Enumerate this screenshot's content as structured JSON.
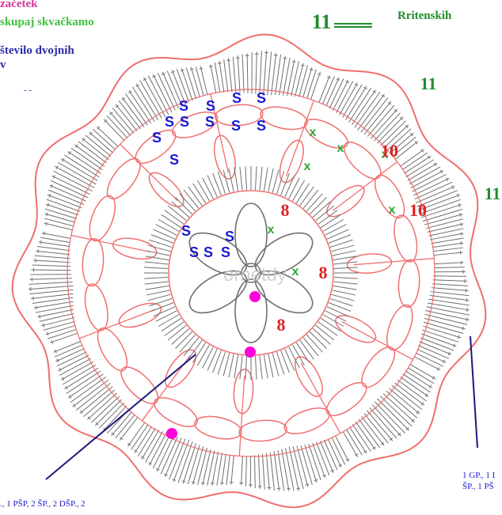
{
  "legend": {
    "start_label": "začetek",
    "join_label": "skupaj skvačkamo",
    "count_label_line1": "število dvojnih",
    "count_label_line2": "v",
    "rounds_label": "Rritenskih",
    "rounds_number": "11"
  },
  "round_numbers": {
    "round_11_top": "11",
    "round_11_right": "11",
    "round_10_a": "10",
    "round_10_b": "10",
    "round_8_a": "8",
    "round_8_b": "8",
    "round_8_c": "8"
  },
  "symbols": {
    "blue_s": "S",
    "green_x": "x"
  },
  "notes": {
    "bottom_left": "., 1 PŠP, 2 ŠP., 2 DŠP., 2",
    "bottom_right_line1": "1 GP., 1 I",
    "bottom_right_line2": "ŠP., 1 PŠ"
  },
  "watermark": "ornetdy",
  "colors": {
    "pink": "#f06e6e",
    "grey": "#6e6e6e",
    "blue": "#1a1ad0",
    "green": "#2ea82e",
    "magenta": "#ff00d8",
    "navy": "#1a1a7a",
    "number_red": "#e02020",
    "number_green": "#1e8c2a"
  }
}
